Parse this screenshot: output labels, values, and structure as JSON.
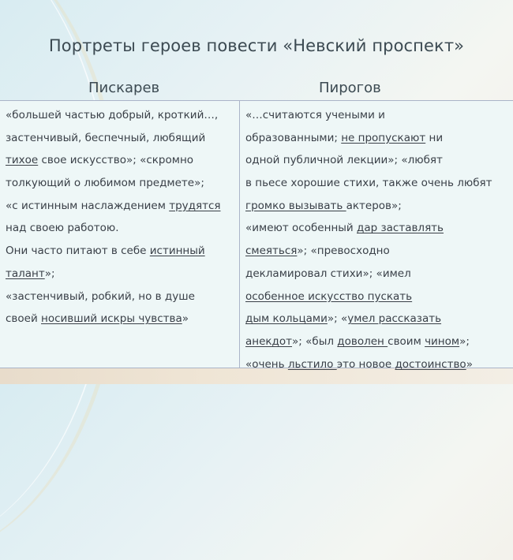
{
  "slide": {
    "title": "Портреты героев повести «Невский проспект»",
    "columns": [
      {
        "header": "Пискарев",
        "lines": [
          [
            {
              "t": "«большей частью добрый, кроткий…,",
              "u": false
            }
          ],
          [
            {
              "t": "застенчивый, беспечный, любящий",
              "u": false
            }
          ],
          [
            {
              "t": "тихое",
              "u": true
            },
            {
              "t": " свое искусство»; «скромно",
              "u": false
            }
          ],
          [
            {
              "t": "толкующий о любимом предмете»;",
              "u": false
            }
          ],
          [
            {
              "t": "«с истинным наслаждением ",
              "u": false
            },
            {
              "t": "трудятся",
              "u": true
            }
          ],
          [
            {
              "t": "над своею работою.",
              "u": false
            }
          ],
          [
            {
              "t": "Они часто питают в себе ",
              "u": false
            },
            {
              "t": "истинный",
              "u": true
            }
          ],
          [
            {
              "t": "талант",
              "u": true
            },
            {
              "t": "»;",
              "u": false
            }
          ],
          [
            {
              "t": "«застенчивый, робкий, но в душе",
              "u": false
            }
          ],
          [
            {
              "t": "своей ",
              "u": false
            },
            {
              "t": "носивший искры чувства",
              "u": true
            },
            {
              "t": "»",
              "u": false
            }
          ]
        ]
      },
      {
        "header": "Пирогов",
        "lines": [
          [
            {
              "t": "«…считаются учеными и",
              "u": false
            }
          ],
          [
            {
              "t": "образованными; ",
              "u": false
            },
            {
              "t": "не пропускают",
              "u": true
            },
            {
              "t": " ни",
              "u": false
            }
          ],
          [
            {
              "t": "одной публичной лекции»; «любят",
              "u": false
            }
          ],
          [
            {
              "t": "в пьесе хорошие стихи, также очень любят",
              "u": false
            }
          ],
          [
            {
              "t": "громко вызывать ",
              "u": true
            },
            {
              "t": "актеров»;",
              "u": false
            }
          ],
          [
            {
              "t": "«имеют особенный ",
              "u": false
            },
            {
              "t": "дар заставлять",
              "u": true
            }
          ],
          [
            {
              "t": "смеяться",
              "u": true
            },
            {
              "t": "»;  «превосходно",
              "u": false
            }
          ],
          [
            {
              "t": "декламировал стихи»; «имел",
              "u": false
            }
          ],
          [
            {
              "t": "особенное искусство пускать",
              "u": true
            }
          ],
          [
            {
              "t": "дым кольцами",
              "u": true
            },
            {
              "t": "»; «",
              "u": false
            },
            {
              "t": "умел рассказать",
              "u": true
            }
          ],
          [
            {
              "t": "анекдот",
              "u": true
            },
            {
              "t": "»; «был ",
              "u": false
            },
            {
              "t": "доволен ",
              "u": true
            },
            {
              "t": "своим ",
              "u": false
            },
            {
              "t": "чином",
              "u": true
            },
            {
              "t": "»;",
              "u": false
            }
          ],
          [
            {
              "t": "«очень ",
              "u": false
            },
            {
              "t": "льстило ",
              "u": true
            },
            {
              "t": "это новое ",
              "u": false
            },
            {
              "t": "достоинство",
              "u": true
            },
            {
              "t": "»",
              "u": false
            }
          ]
        ]
      }
    ],
    "colors": {
      "text": "#3a4048",
      "table_bg": "#eef7f7",
      "border": "#aab4c8"
    }
  }
}
